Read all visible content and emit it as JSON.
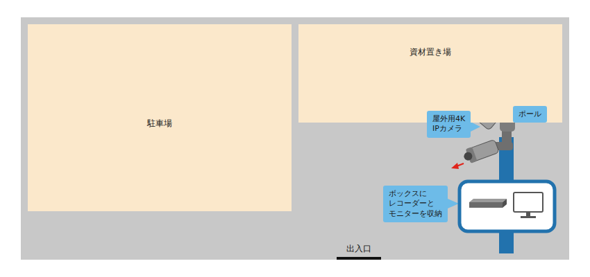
{
  "diagram": {
    "nodes": [
      {
        "text": [
          "駐車場"
        ]
      },
      {
        "text": [
          "資材置き場"
        ]
      },
      {
        "text": [
          "ポール"
        ]
      },
      {
        "text": [
          "屋外用4K IPカメラ"
        ]
      },
      {
        "text": [
          "ボックスに レコーダーと モニターを収納"
        ]
      }
    ],
    "labels": [
      "出入口"
    ]
  }
}
